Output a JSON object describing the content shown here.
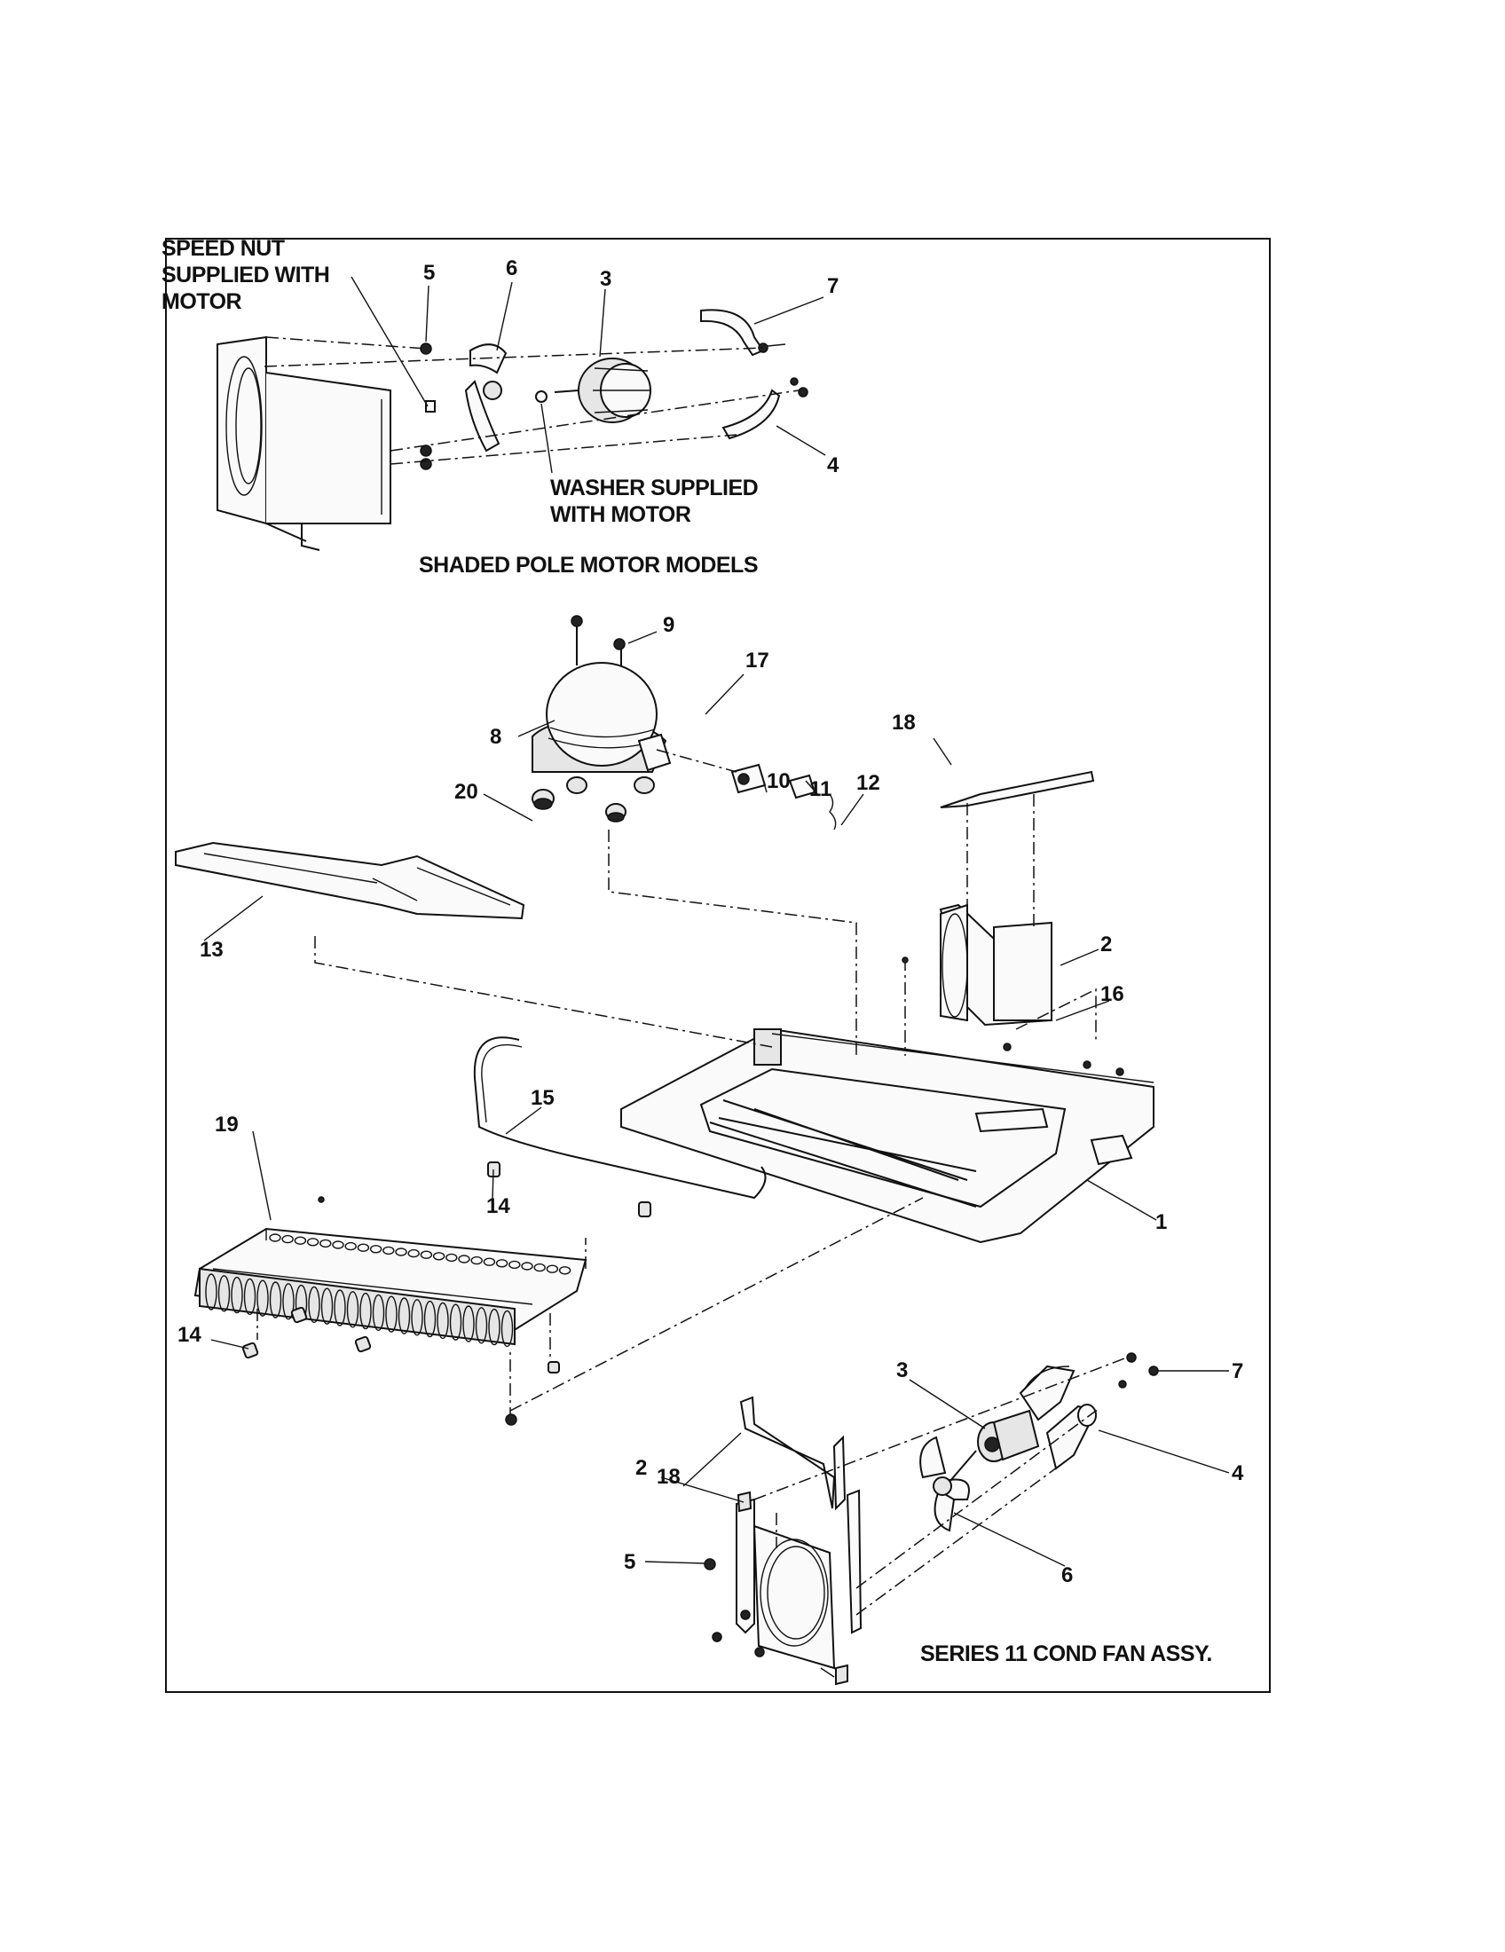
{
  "captions": {
    "speed_nut": [
      "SPEED NUT",
      "SUPPLIED WITH",
      "MOTOR"
    ],
    "washer": [
      "WASHER SUPPLIED",
      "WITH MOTOR"
    ],
    "shaded_pole": "SHADED POLE MOTOR MODELS",
    "series_11": "SERIES 11 COND FAN ASSY."
  },
  "callouts": {
    "top_5": "5",
    "top_6": "6",
    "top_3": "3",
    "top_7": "7",
    "top_4": "4",
    "c9": "9",
    "c17": "17",
    "c8": "8",
    "c18a": "18",
    "c20": "20",
    "c10": "10",
    "c11": "11",
    "c12": "12",
    "c13": "13",
    "c2a": "2",
    "c16": "16",
    "c15": "15",
    "c19": "19",
    "c14a": "14",
    "c1": "1",
    "c14b": "14",
    "b18": "18",
    "b3": "3",
    "b7": "7",
    "b4": "4",
    "b2": "2",
    "b5": "5",
    "b6": "6"
  }
}
